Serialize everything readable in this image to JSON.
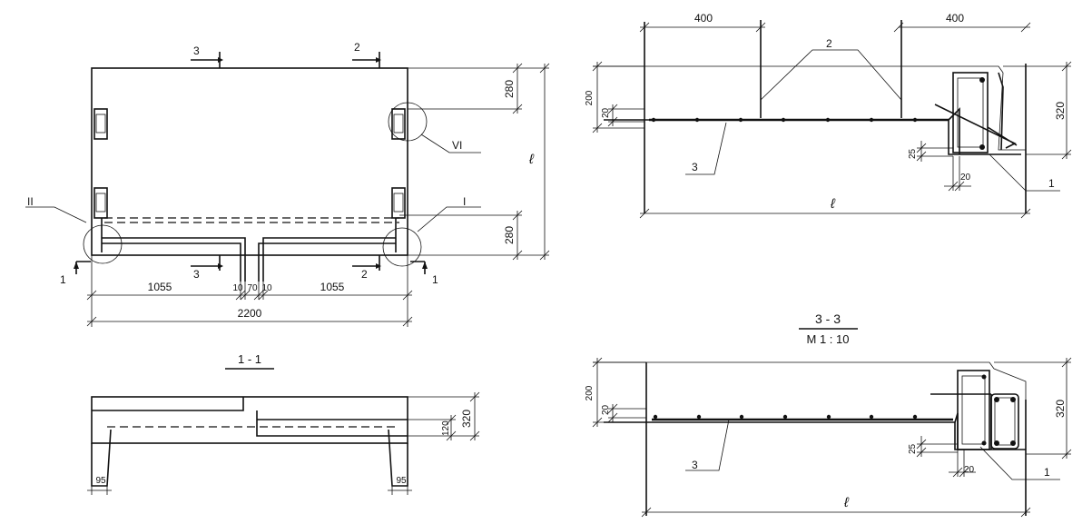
{
  "plan": {
    "cut_3_top": "3",
    "cut_2_top": "2",
    "cut_3_bottom": "3",
    "cut_2_bottom": "2",
    "cut_1_left": "1",
    "cut_1_right": "1",
    "node_II": "II",
    "node_I": "I",
    "node_VI": "VI",
    "dim_280_top": "280",
    "dim_280_bottom": "280",
    "dim_l": "ℓ",
    "dim_1055_left": "1055",
    "dim_10_a": "10",
    "dim_70": "70",
    "dim_10_b": "10",
    "dim_1055_right": "1055",
    "dim_2200": "2200"
  },
  "section_1": {
    "title": "1 - 1",
    "dim_320": "320",
    "dim_120": "120",
    "dim_95_left": "95",
    "dim_95_right": "95"
  },
  "section_top": {
    "dim_400_left": "400",
    "dim_400_right": "400",
    "pos_2": "2",
    "pos_3": "3",
    "pos_1": "1",
    "dim_200": "200",
    "dim_20_v": "20",
    "dim_320": "320",
    "dim_25": "25",
    "dim_20_h": "20",
    "dim_l": "ℓ"
  },
  "section_3": {
    "title": "3 - 3",
    "scale": "M 1 : 10",
    "dim_200": "200",
    "dim_20_v": "20",
    "dim_320": "320",
    "dim_25": "25",
    "dim_20_h": "20",
    "pos_3": "3",
    "pos_1": "1",
    "dim_l": "ℓ"
  }
}
